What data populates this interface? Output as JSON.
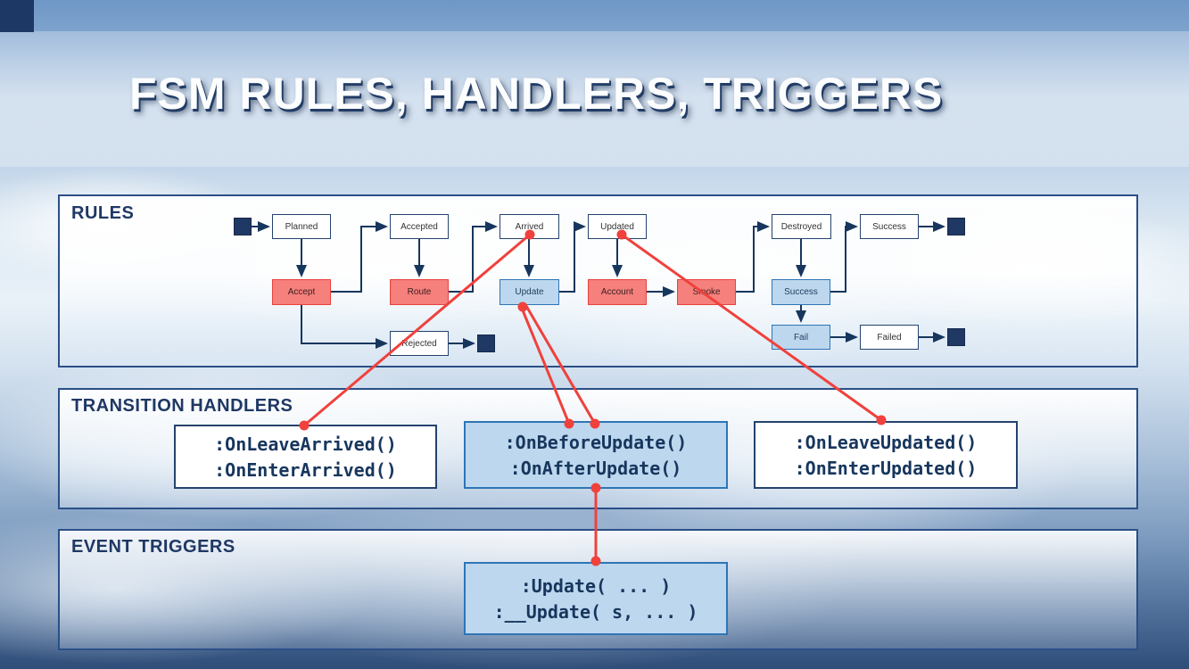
{
  "slide": {
    "title": "FSM RULES, HANDLERS, TRIGGERS"
  },
  "panels": {
    "rules_label": "RULES",
    "handlers_label": "TRANSITION HANDLERS",
    "triggers_label": "EVENT TRIGGERS"
  },
  "diagram": {
    "nodes": [
      {
        "label": "Planned",
        "type": "state"
      },
      {
        "label": "Accepted",
        "type": "state"
      },
      {
        "label": "Arrived",
        "type": "state"
      },
      {
        "label": "Updated",
        "type": "state"
      },
      {
        "label": "Destroyed",
        "type": "state"
      },
      {
        "label": "Success",
        "type": "state"
      },
      {
        "label": "Rejected",
        "type": "state"
      },
      {
        "label": "Failed",
        "type": "state"
      },
      {
        "label": "Accept",
        "type": "transition-red"
      },
      {
        "label": "Route",
        "type": "transition-red"
      },
      {
        "label": "Update",
        "type": "transition-blue"
      },
      {
        "label": "Account",
        "type": "transition-red"
      },
      {
        "label": "Smoke",
        "type": "transition-red"
      },
      {
        "label": "Success",
        "type": "transition-blue"
      },
      {
        "label": "Fail",
        "type": "transition-blue"
      }
    ]
  },
  "handler_boxes": [
    {
      "line1": ":OnLeaveArrived()",
      "line2": ":OnEnterArrived()",
      "variant": "white"
    },
    {
      "line1": ":OnBeforeUpdate()",
      "line2": ":OnAfterUpdate()",
      "variant": "blue"
    },
    {
      "line1": ":OnLeaveUpdated()",
      "line2": ":OnEnterUpdated()",
      "variant": "white"
    }
  ],
  "trigger_box": {
    "line1": ":Update( ... )",
    "line2": ":__Update( s, ... )",
    "variant": "blue"
  },
  "colors": {
    "navy": "#1F3864",
    "arrow": "#17365D",
    "red_box_fill": "#F5807C",
    "red_box_border": "#E8423E",
    "blue_box_fill": "#BDD7EE",
    "blue_box_border": "#2E75B6",
    "red_connector": "#F0413C"
  }
}
